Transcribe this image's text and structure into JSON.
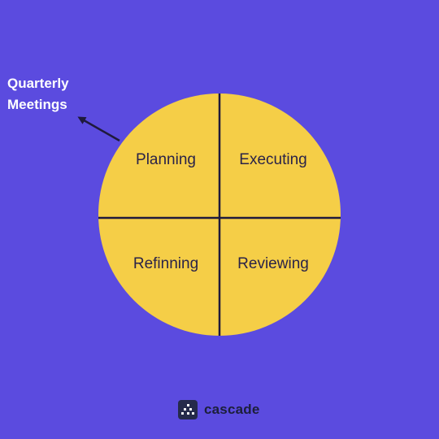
{
  "diagram": {
    "annotation": {
      "line1": "Quarterly",
      "line2": "Meetings"
    },
    "quadrants": [
      {
        "label": "Planning"
      },
      {
        "label": "Executing"
      },
      {
        "label": "Refinning"
      },
      {
        "label": "Reviewing"
      }
    ],
    "colors": {
      "background": "#5B4BDF",
      "circle_fill": "#F5CE47",
      "divider": "#1F1A3C",
      "label_text": "#2A2348",
      "annotation_text": "#FFFFFF"
    }
  },
  "brand": {
    "name": "cascade",
    "icon": "cascade-logo-icon"
  }
}
